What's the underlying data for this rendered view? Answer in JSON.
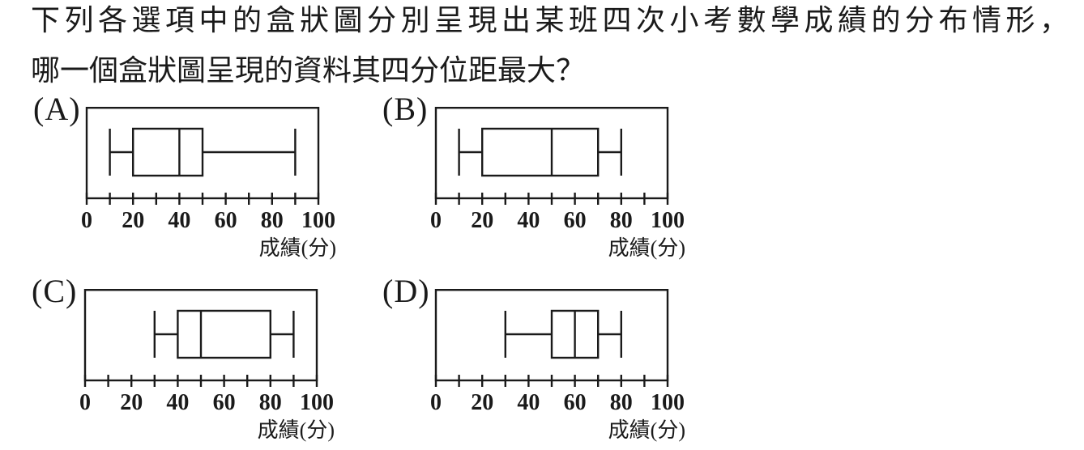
{
  "question": {
    "line1": "下列各選項中的盒狀圖分別呈現出某班四次小考數學成績的分布情形，",
    "line2": "哪一個盒狀圖呈現的資料其四分位距最大？"
  },
  "axis": {
    "range": [
      0,
      100
    ],
    "tick_step": 10,
    "labeled_ticks": [
      0,
      20,
      40,
      60,
      80,
      100
    ],
    "title": "成績(分)"
  },
  "chart_data": [
    {
      "type": "boxplot",
      "option_label": "(A)",
      "min": 10,
      "q1": 20,
      "median": 40,
      "q3": 50,
      "max": 90,
      "xlabel": "成績(分)",
      "xlim": [
        0,
        100
      ]
    },
    {
      "type": "boxplot",
      "option_label": "(B)",
      "min": 10,
      "q1": 20,
      "median": 50,
      "q3": 70,
      "max": 80,
      "xlabel": "成績(分)",
      "xlim": [
        0,
        100
      ]
    },
    {
      "type": "boxplot",
      "option_label": "(C)",
      "min": 30,
      "q1": 40,
      "median": 50,
      "q3": 80,
      "max": 90,
      "xlabel": "成績(分)",
      "xlim": [
        0,
        100
      ]
    },
    {
      "type": "boxplot",
      "option_label": "(D)",
      "min": 30,
      "q1": 50,
      "median": 60,
      "q3": 70,
      "max": 80,
      "xlabel": "成績(分)",
      "xlim": [
        0,
        100
      ]
    }
  ],
  "colors": {
    "ink": "#1a1a1a",
    "background": "#ffffff"
  }
}
